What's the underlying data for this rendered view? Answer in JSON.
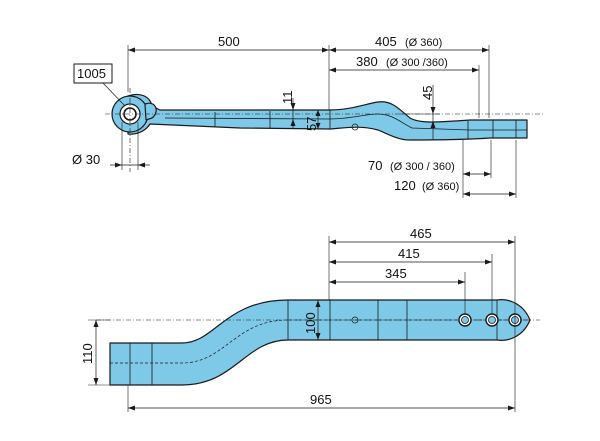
{
  "part_number": "1005",
  "top_view": {
    "overall_to_eye": "500",
    "length_a": "405",
    "length_a_note": "(Ø 360)",
    "length_b": "380",
    "length_b_note": "(Ø 300 /360)",
    "thickness_small": "11",
    "thickness_main": "57",
    "drop": "45",
    "eye_diameter": "Ø 30",
    "tip_a": "70",
    "tip_a_note": "(Ø 300 / 360)",
    "tip_b": "120",
    "tip_b_note": "(Ø 360)"
  },
  "bottom_view": {
    "dim_465": "465",
    "dim_415": "415",
    "dim_345": "345",
    "width_100": "100",
    "height_110": "110",
    "overall_965": "965"
  },
  "colors": {
    "part_fill": "#7ec8e8",
    "line": "#1a1a1a"
  }
}
